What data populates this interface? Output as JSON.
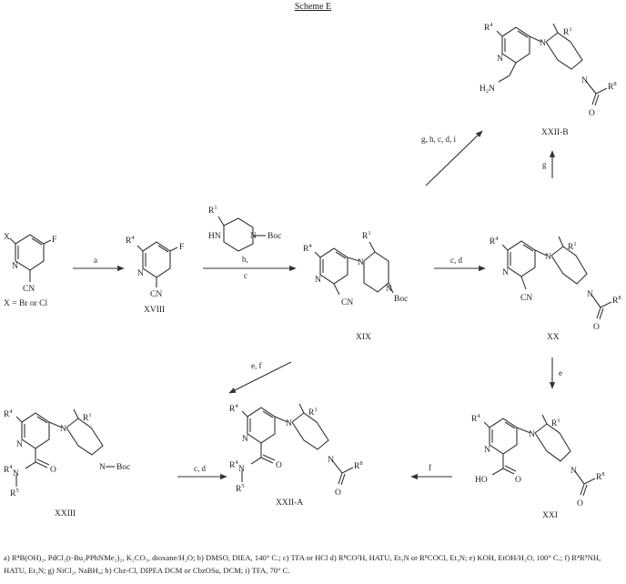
{
  "title": "Scheme E",
  "labels": {
    "X": "X",
    "N": "N",
    "NH": "HN",
    "F": "F",
    "CN": "CN",
    "R1": "R",
    "R4": "R",
    "R5": "R",
    "R8": "R",
    "sup1": "1",
    "sup4": "4",
    "sup5": "5",
    "sup8": "8",
    "Boc": "Boc",
    "O": "O",
    "HO": "HO",
    "H2N": "H₂N"
  },
  "compounds": {
    "start_condition": "X = Br or Cl",
    "XVIII": "XVIII",
    "XIX": "XIX",
    "XX": "XX",
    "XXI": "XXI",
    "XXII_A": "XXII-A",
    "XXII_B": "XXII-B",
    "XXIII": "XXIII"
  },
  "reagents": {
    "a": "a",
    "b": "b,",
    "c": "c",
    "cd": "c, d",
    "e": "e",
    "f": "f",
    "ef": "e, f",
    "g": "g",
    "ghcdi": "g, h, c, d, i"
  },
  "footnote": "a) R⁴B(OH)₂, PdCl₂(t-Bu₂PPhNMe₂)₂, K₂CO₃, dioxane/H₂O; b) DMSO, DIEA, 140° C.; c) TFA or HCl d) R⁸CO²H, HATU, Et₃N or R⁸COCl, Et₃N; e) KOH, EtOH/H₂O, 100° C.; f) R⁴R⁵NH, HATU, Et₃N; g) NiCl₂, NaBH₄; h) Cbz-Cl, DIPEA DCM or CbzOSu, DCM; i) TFA, 70° C."
}
